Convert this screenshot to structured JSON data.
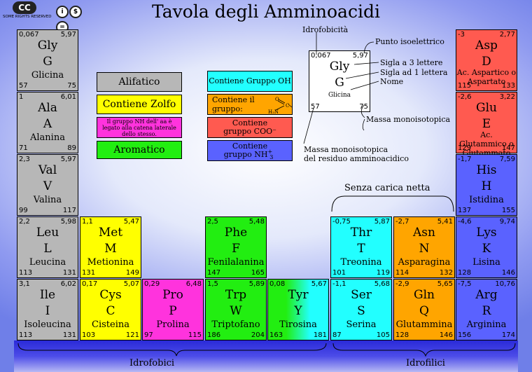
{
  "header": {
    "title": "Tavola degli Amminoacidi",
    "cc_badge": "CC",
    "cc_text": "SOME RIGHTS RESERVED",
    "license_icons": [
      "i",
      "$",
      "="
    ]
  },
  "cells": {
    "gly": {
      "tl": "0,067",
      "tr": "5,97",
      "c3": "Gly",
      "c1": "G",
      "name": "Glicina",
      "bl": "57",
      "br": "75"
    },
    "ala": {
      "tl": "1",
      "tr": "6,01",
      "c3": "Ala",
      "c1": "A",
      "name": "Alanina",
      "bl": "71",
      "br": "89"
    },
    "val": {
      "tl": "2,3",
      "tr": "5,97",
      "c3": "Val",
      "c1": "V",
      "name": "Valina",
      "bl": "99",
      "br": "117"
    },
    "leu": {
      "tl": "2,2",
      "tr": "5,98",
      "c3": "Leu",
      "c1": "L",
      "name": "Leucina",
      "bl": "113",
      "br": "131"
    },
    "ile": {
      "tl": "3,1",
      "tr": "6,02",
      "c3": "Ile",
      "c1": "I",
      "name": "Isoleucina",
      "bl": "113",
      "br": "131"
    },
    "met": {
      "tl": "1,1",
      "tr": "5,47",
      "c3": "Met",
      "c1": "M",
      "name": "Metionina",
      "bl": "131",
      "br": "149"
    },
    "cys": {
      "tl": "0,17",
      "tr": "5,07",
      "c3": "Cys",
      "c1": "C",
      "name": "Cisteina",
      "bl": "103",
      "br": "121"
    },
    "pro": {
      "tl": "0,29",
      "tr": "6,48",
      "c3": "Pro",
      "c1": "P",
      "name": "Prolina",
      "bl": "97",
      "br": "115"
    },
    "phe": {
      "tl": "2,5",
      "tr": "5,48",
      "c3": "Phe",
      "c1": "F",
      "name": "Fenilalanina",
      "bl": "147",
      "br": "165"
    },
    "trp": {
      "tl": "1,5",
      "tr": "5,89",
      "c3": "Trp",
      "c1": "W",
      "name": "Triptofano",
      "bl": "186",
      "br": "204"
    },
    "tyr": {
      "tl": "0,08",
      "tr": "5,67",
      "c3": "Tyr",
      "c1": "Y",
      "name": "Tirosina",
      "bl": "163",
      "br": "181"
    },
    "thr": {
      "tl": "-0,75",
      "tr": "5,87",
      "c3": "Thr",
      "c1": "T",
      "name": "Treonina",
      "bl": "101",
      "br": "119"
    },
    "ser": {
      "tl": "-1,1",
      "tr": "5,68",
      "c3": "Ser",
      "c1": "S",
      "name": "Serina",
      "bl": "87",
      "br": "105"
    },
    "asn": {
      "tl": "-2,7",
      "tr": "5,41",
      "c3": "Asn",
      "c1": "N",
      "name": "Asparagina",
      "bl": "114",
      "br": "132"
    },
    "gln": {
      "tl": "-2,9",
      "tr": "5,65",
      "c3": "Gln",
      "c1": "Q",
      "name": "Glutammina",
      "bl": "128",
      "br": "146"
    },
    "asp": {
      "tl": "-3",
      "tr": "2,77",
      "c3": "Asp",
      "c1": "D",
      "name": "Ac. Aspartico o Aspartato",
      "bl": "115",
      "br": "133"
    },
    "glu": {
      "tl": "-2,6",
      "tr": "3,22",
      "c3": "Glu",
      "c1": "E",
      "name": "Ac. Glutammico o Glutammato",
      "bl": "129",
      "br": "147"
    },
    "his": {
      "tl": "-1,7",
      "tr": "7,59",
      "c3": "His",
      "c1": "H",
      "name": "Istidina",
      "bl": "137",
      "br": "155"
    },
    "lys": {
      "tl": "-4,6",
      "tr": "9,74",
      "c3": "Lys",
      "c1": "K",
      "name": "Lisina",
      "bl": "128",
      "br": "146"
    },
    "arg": {
      "tl": "-7,5",
      "tr": "10,76",
      "c3": "Arg",
      "c1": "R",
      "name": "Arginina",
      "bl": "156",
      "br": "174"
    }
  },
  "legend": {
    "alifatico": "Alifatico",
    "zolfo": "Contiene Zolfo",
    "nh_note": "Il gruppo NH dell' aa è legato alla catena laterale dello stesso.",
    "aromatico": "Aromatico",
    "oh": "Contiene Gruppo OH",
    "amide_l1": "Contiene il",
    "amide_l2": "gruppo:",
    "amide_o": "O",
    "amide_c": "C",
    "amide_h2n": "H₂N",
    "coo_l1": "Contiene",
    "coo_l2": "gruppo COO⁻",
    "nh3_l1": "Contiene",
    "nh3_l2": "gruppo NH",
    "nh3_sup": "+",
    "nh3_sub": "3"
  },
  "key_cell": {
    "tl": "0,067",
    "tr": "5,97",
    "c3": "Gly",
    "c1": "G",
    "name": "Glicina",
    "bl": "57",
    "br": "75"
  },
  "annotations": {
    "idrofobicita": "Idrofobicità",
    "punto": "Punto isoelettrico",
    "sigla3": "Sigla a 3 lettere",
    "sigla1": "Sigla ad 1 lettera",
    "nome": "Nome",
    "massa": "Massa monoisotopica",
    "massa_res_l1": "Massa monoisotopica",
    "massa_res_l2": "del residuo amminoacidico",
    "senza_carica": "Senza carica netta"
  },
  "groups": {
    "idrofobici": "Idrofobici",
    "idrofilici": "Idrofilici"
  }
}
